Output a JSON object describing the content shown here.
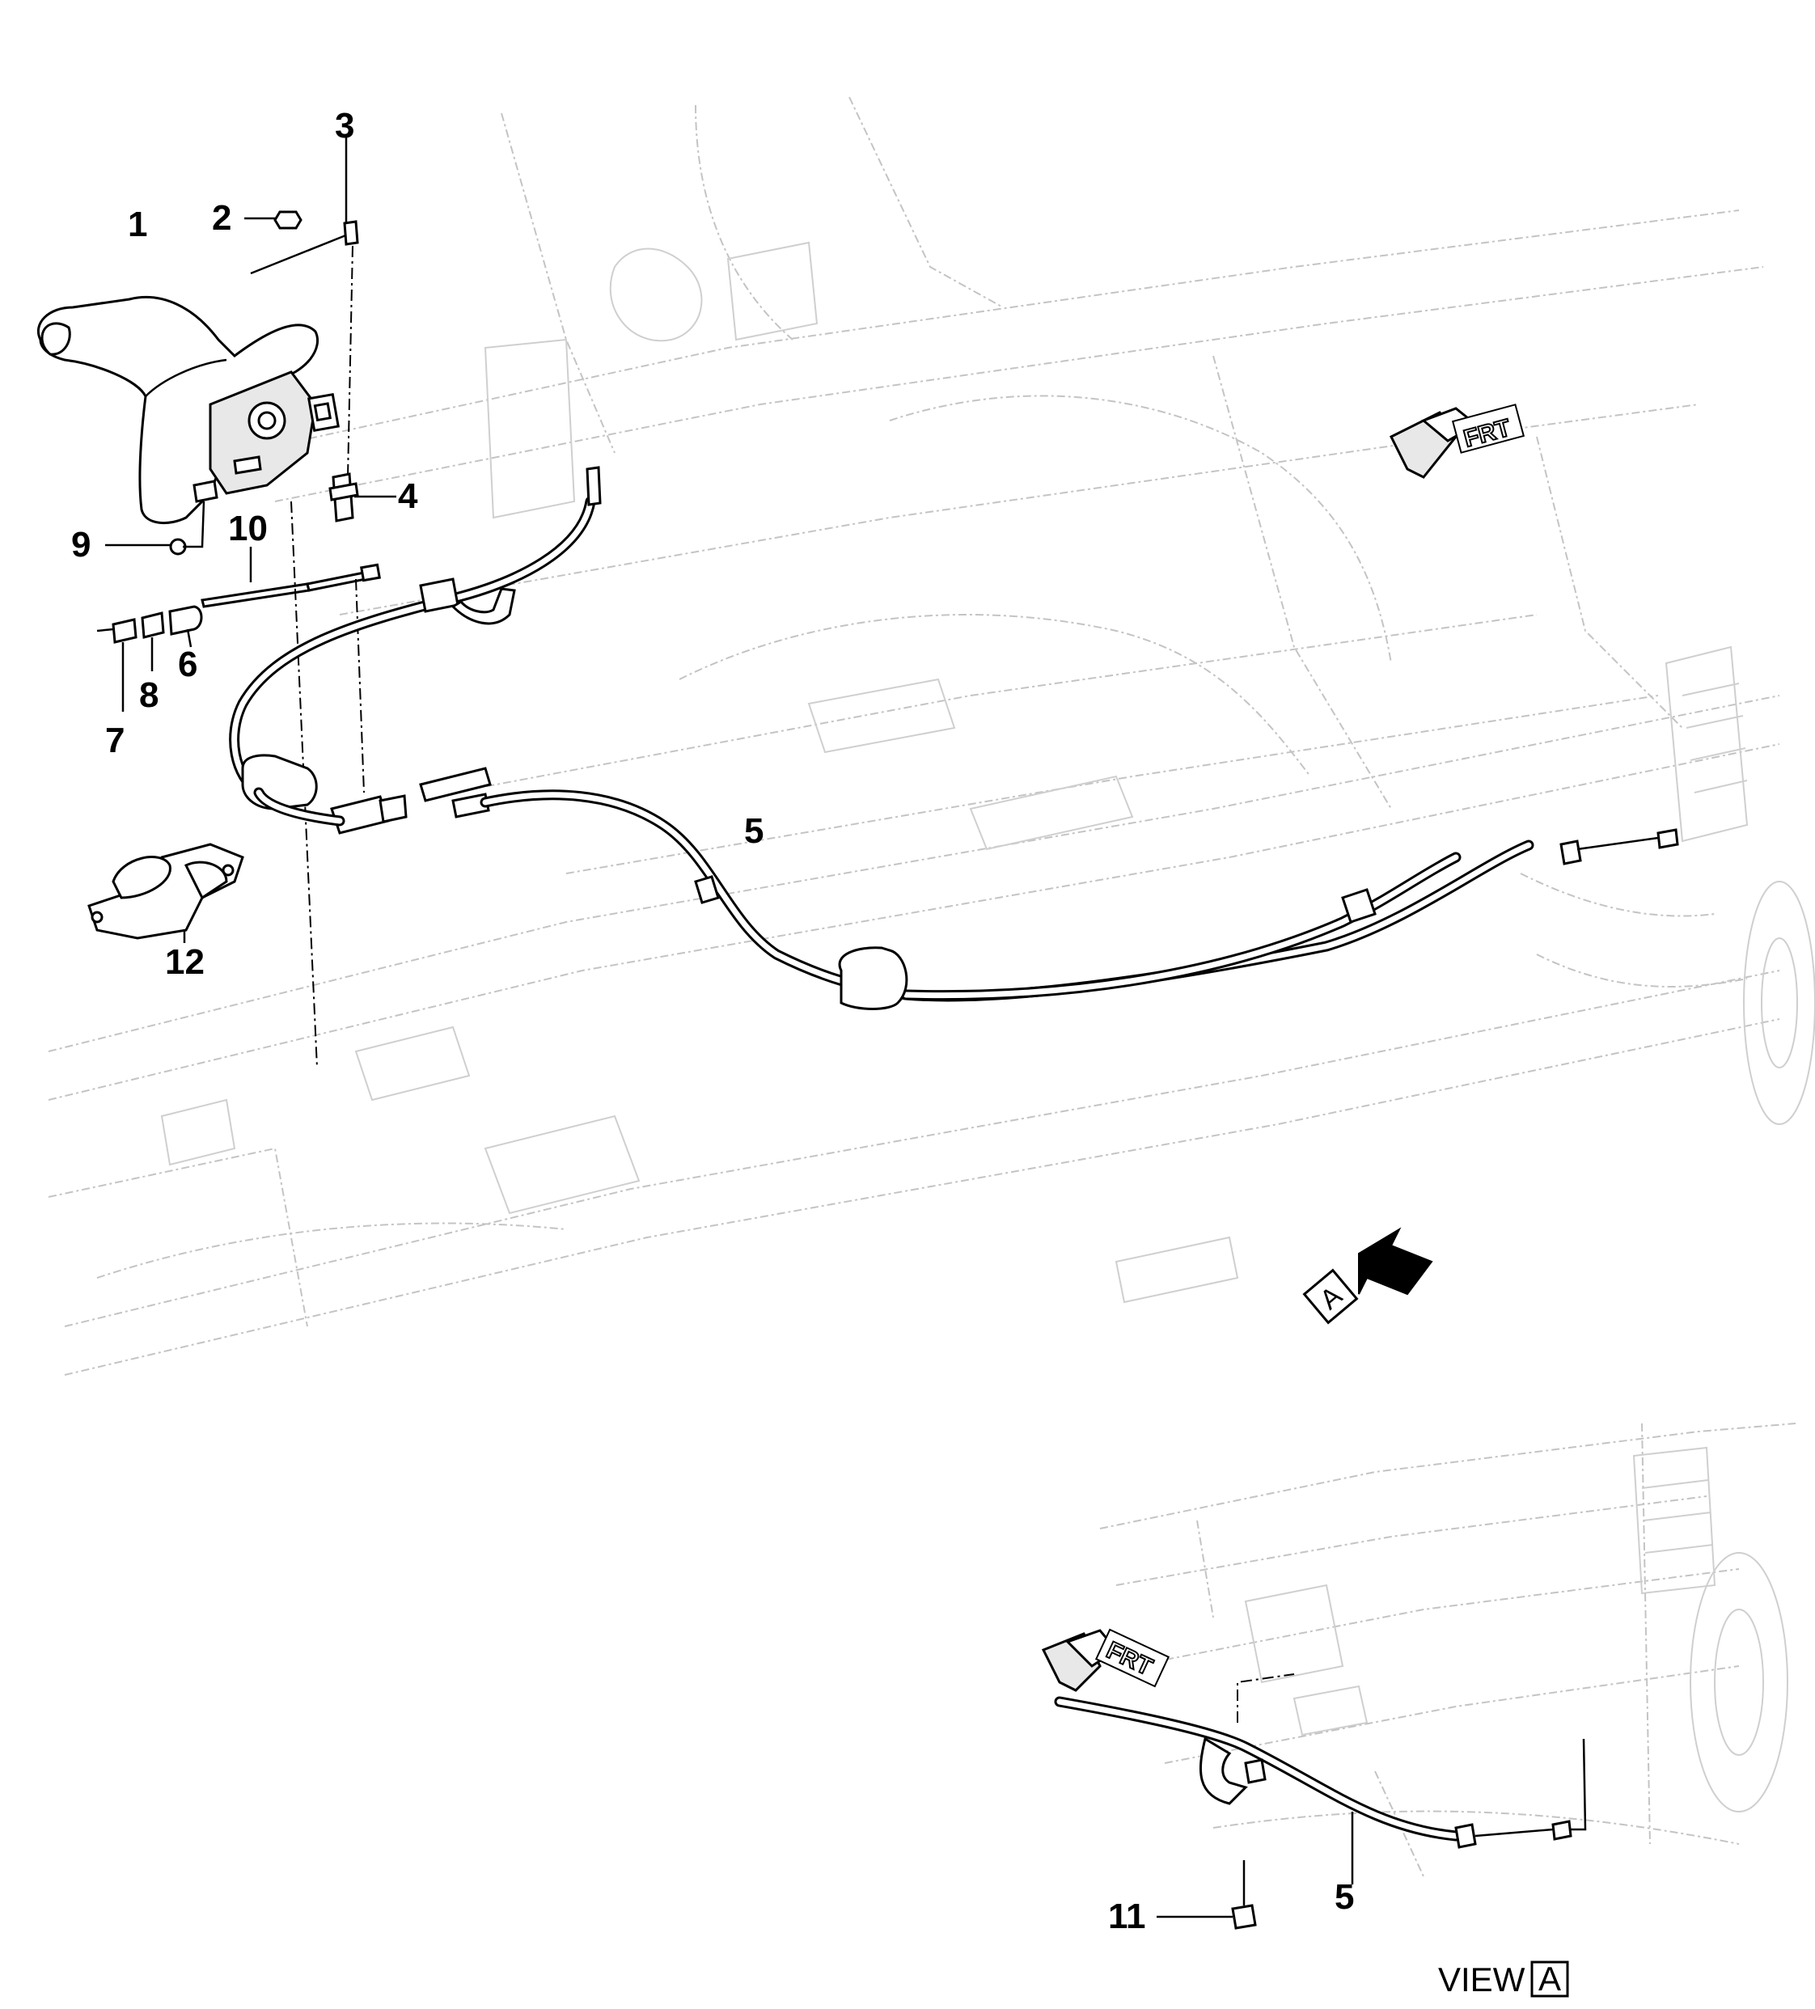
{
  "callouts": {
    "c1": "1",
    "c2": "2",
    "c3": "3",
    "c4": "4",
    "c5": "5",
    "c5b": "5",
    "c6": "6",
    "c7": "7",
    "c8": "8",
    "c9": "9",
    "c10": "10",
    "c11": "11",
    "c12": "12"
  },
  "direction_marks": {
    "front_main": "FRT",
    "front_view": "FRT",
    "view_arrow_letter": "A"
  },
  "view_caption": {
    "prefix": "VIEW",
    "letter": "A"
  }
}
